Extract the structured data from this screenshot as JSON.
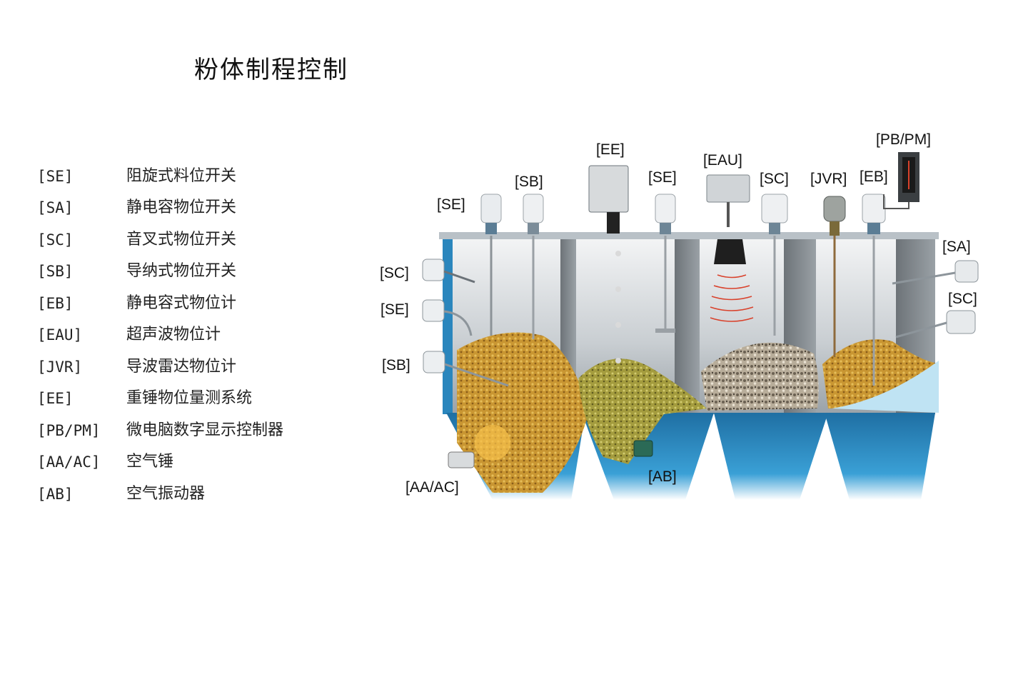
{
  "title": "粉体制程控制",
  "legend": [
    {
      "code": "[SE]",
      "desc": "阻旋式料位开关"
    },
    {
      "code": "[SA]",
      "desc": "静电容物位开关"
    },
    {
      "code": "[SC]",
      "desc": "音叉式物位开关"
    },
    {
      "code": "[SB]",
      "desc": "导纳式物位开关"
    },
    {
      "code": "[EB]",
      "desc": "静电容式物位计"
    },
    {
      "code": "[EAU]",
      "desc": "超声波物位计"
    },
    {
      "code": "[JVR]",
      "desc": "导波雷达物位计"
    },
    {
      "code": "[EE]",
      "desc": "重锤物位量测系统"
    },
    {
      "code": "[PB/PM]",
      "desc": "微电脑数字显示控制器"
    },
    {
      "code": "[AA/AC]",
      "desc": "空气锤"
    },
    {
      "code": "[AB]",
      "desc": "空气振动器"
    }
  ],
  "diagram": {
    "labels": {
      "se_top_left": "[SE]",
      "sb_top": "[SB]",
      "ee_top": "[EE]",
      "se_top_mid": "[SE]",
      "eau_top": "[EAU]",
      "sc_top": "[SC]",
      "jvr_top": "[JVR]",
      "eb_top": "[EB]",
      "pbpm_top": "[PB/PM]",
      "sa_right": "[SA]",
      "sc_right": "[SC]",
      "sc_left": "[SC]",
      "se_left": "[SE]",
      "sb_left": "[SB]",
      "aaac_bottom": "[AA/AC]",
      "ab_bottom": "[AB]"
    },
    "colors": {
      "silo_wall": "#d9dde0",
      "hopper_blue": "#2f8fc4",
      "material_gold": "#c9a036",
      "material_green": "#a7a241",
      "material_gravel": "#9a8f80",
      "wave_red": "#d9412b"
    }
  }
}
